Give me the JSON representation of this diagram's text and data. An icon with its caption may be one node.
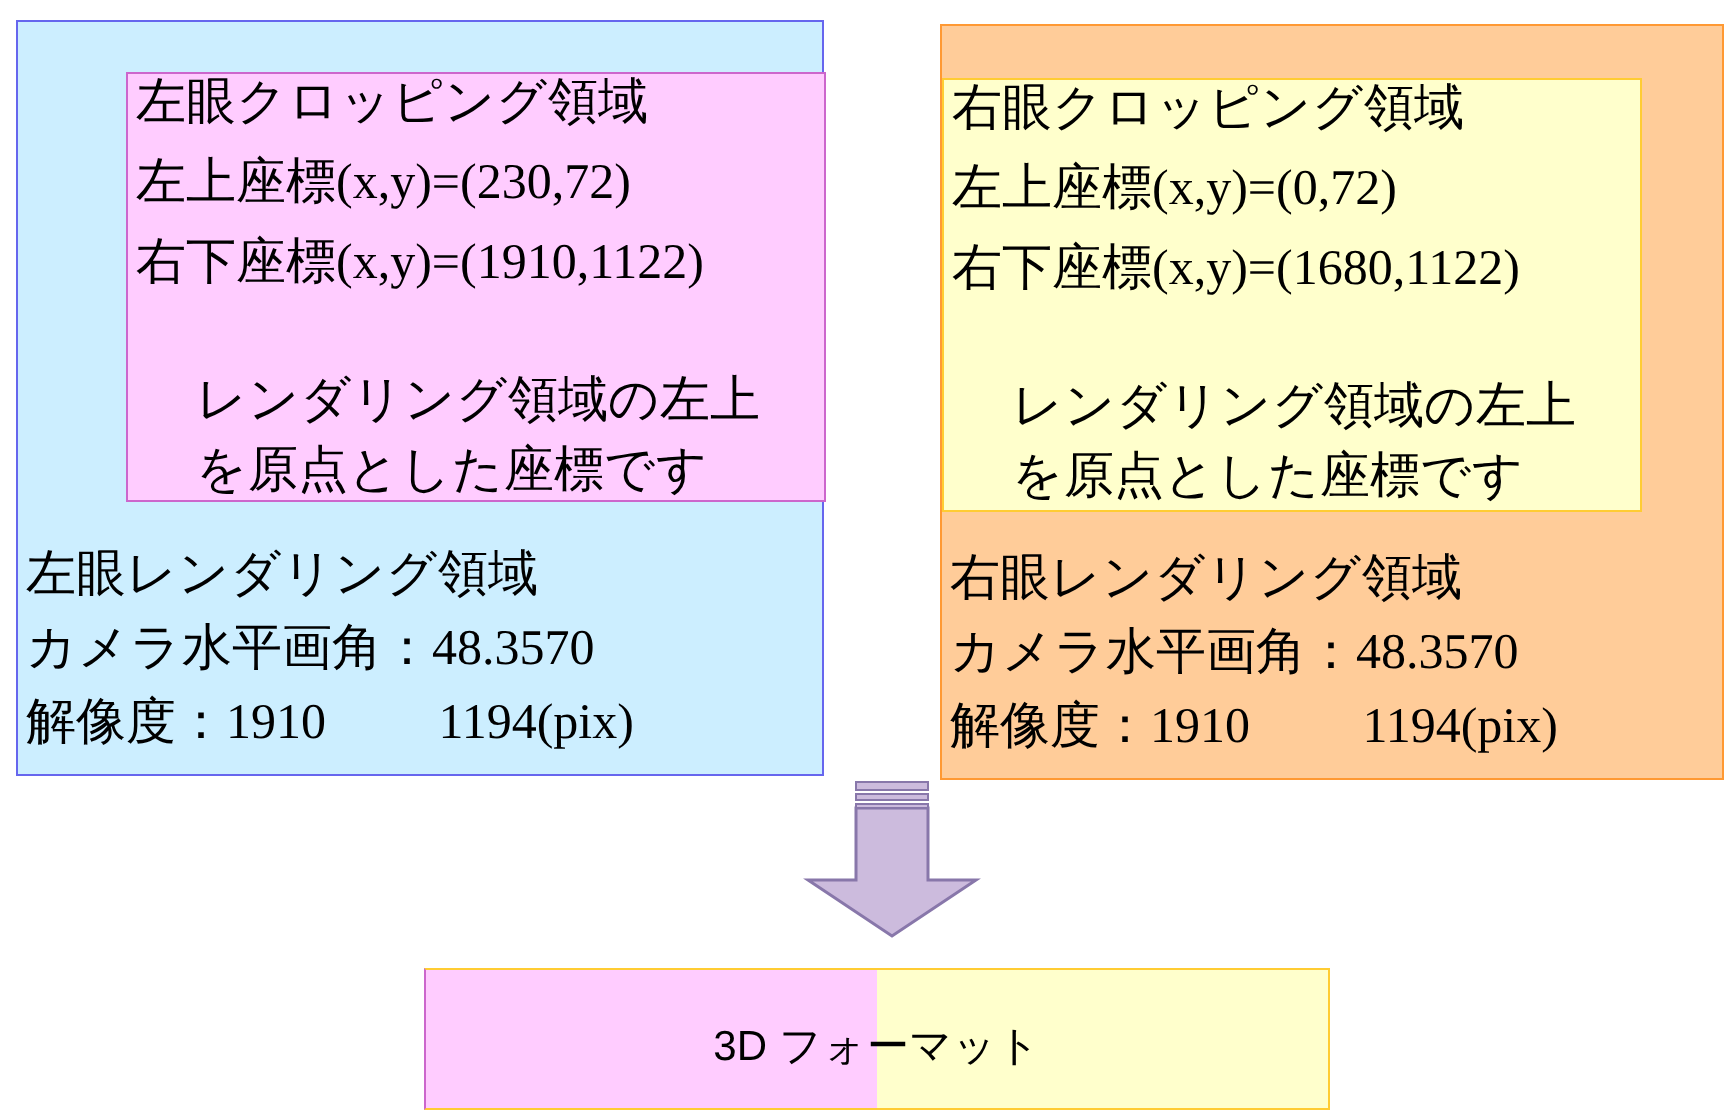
{
  "diagram": {
    "nodes": [
      {
        "text": [
          "左眼レンダリング領域",
          "カメラ水平画角：48.3570",
          "解像度：1910　　 1194(pix)"
        ]
      },
      {
        "text": [
          "左眼クロッピング領域",
          "左上座標(x,y)=(230,72)",
          "右下座標(x,y)=(1910,1122)",
          "レンダリング領域の左上を原点とした座標です"
        ],
        "in": 0
      },
      {
        "text": [
          "右眼レンダリング領域",
          "カメラ水平画角：48.3570",
          "解像度：1910　　 1194(pix)"
        ]
      },
      {
        "text": [
          "右眼クロッピング領域",
          "左上座標(x,y)=(0,72)",
          "右下座標(x,y)=(1680,1122)",
          "レンダリング領域の左上を原点とした座標です"
        ],
        "in": 2
      },
      {
        "text": [
          "3D フォーマット"
        ]
      }
    ],
    "edges": [
      {
        "from": 0,
        "to": 4,
        "arrow": "to"
      },
      {
        "from": 2,
        "to": 4,
        "arrow": "to"
      }
    ]
  }
}
